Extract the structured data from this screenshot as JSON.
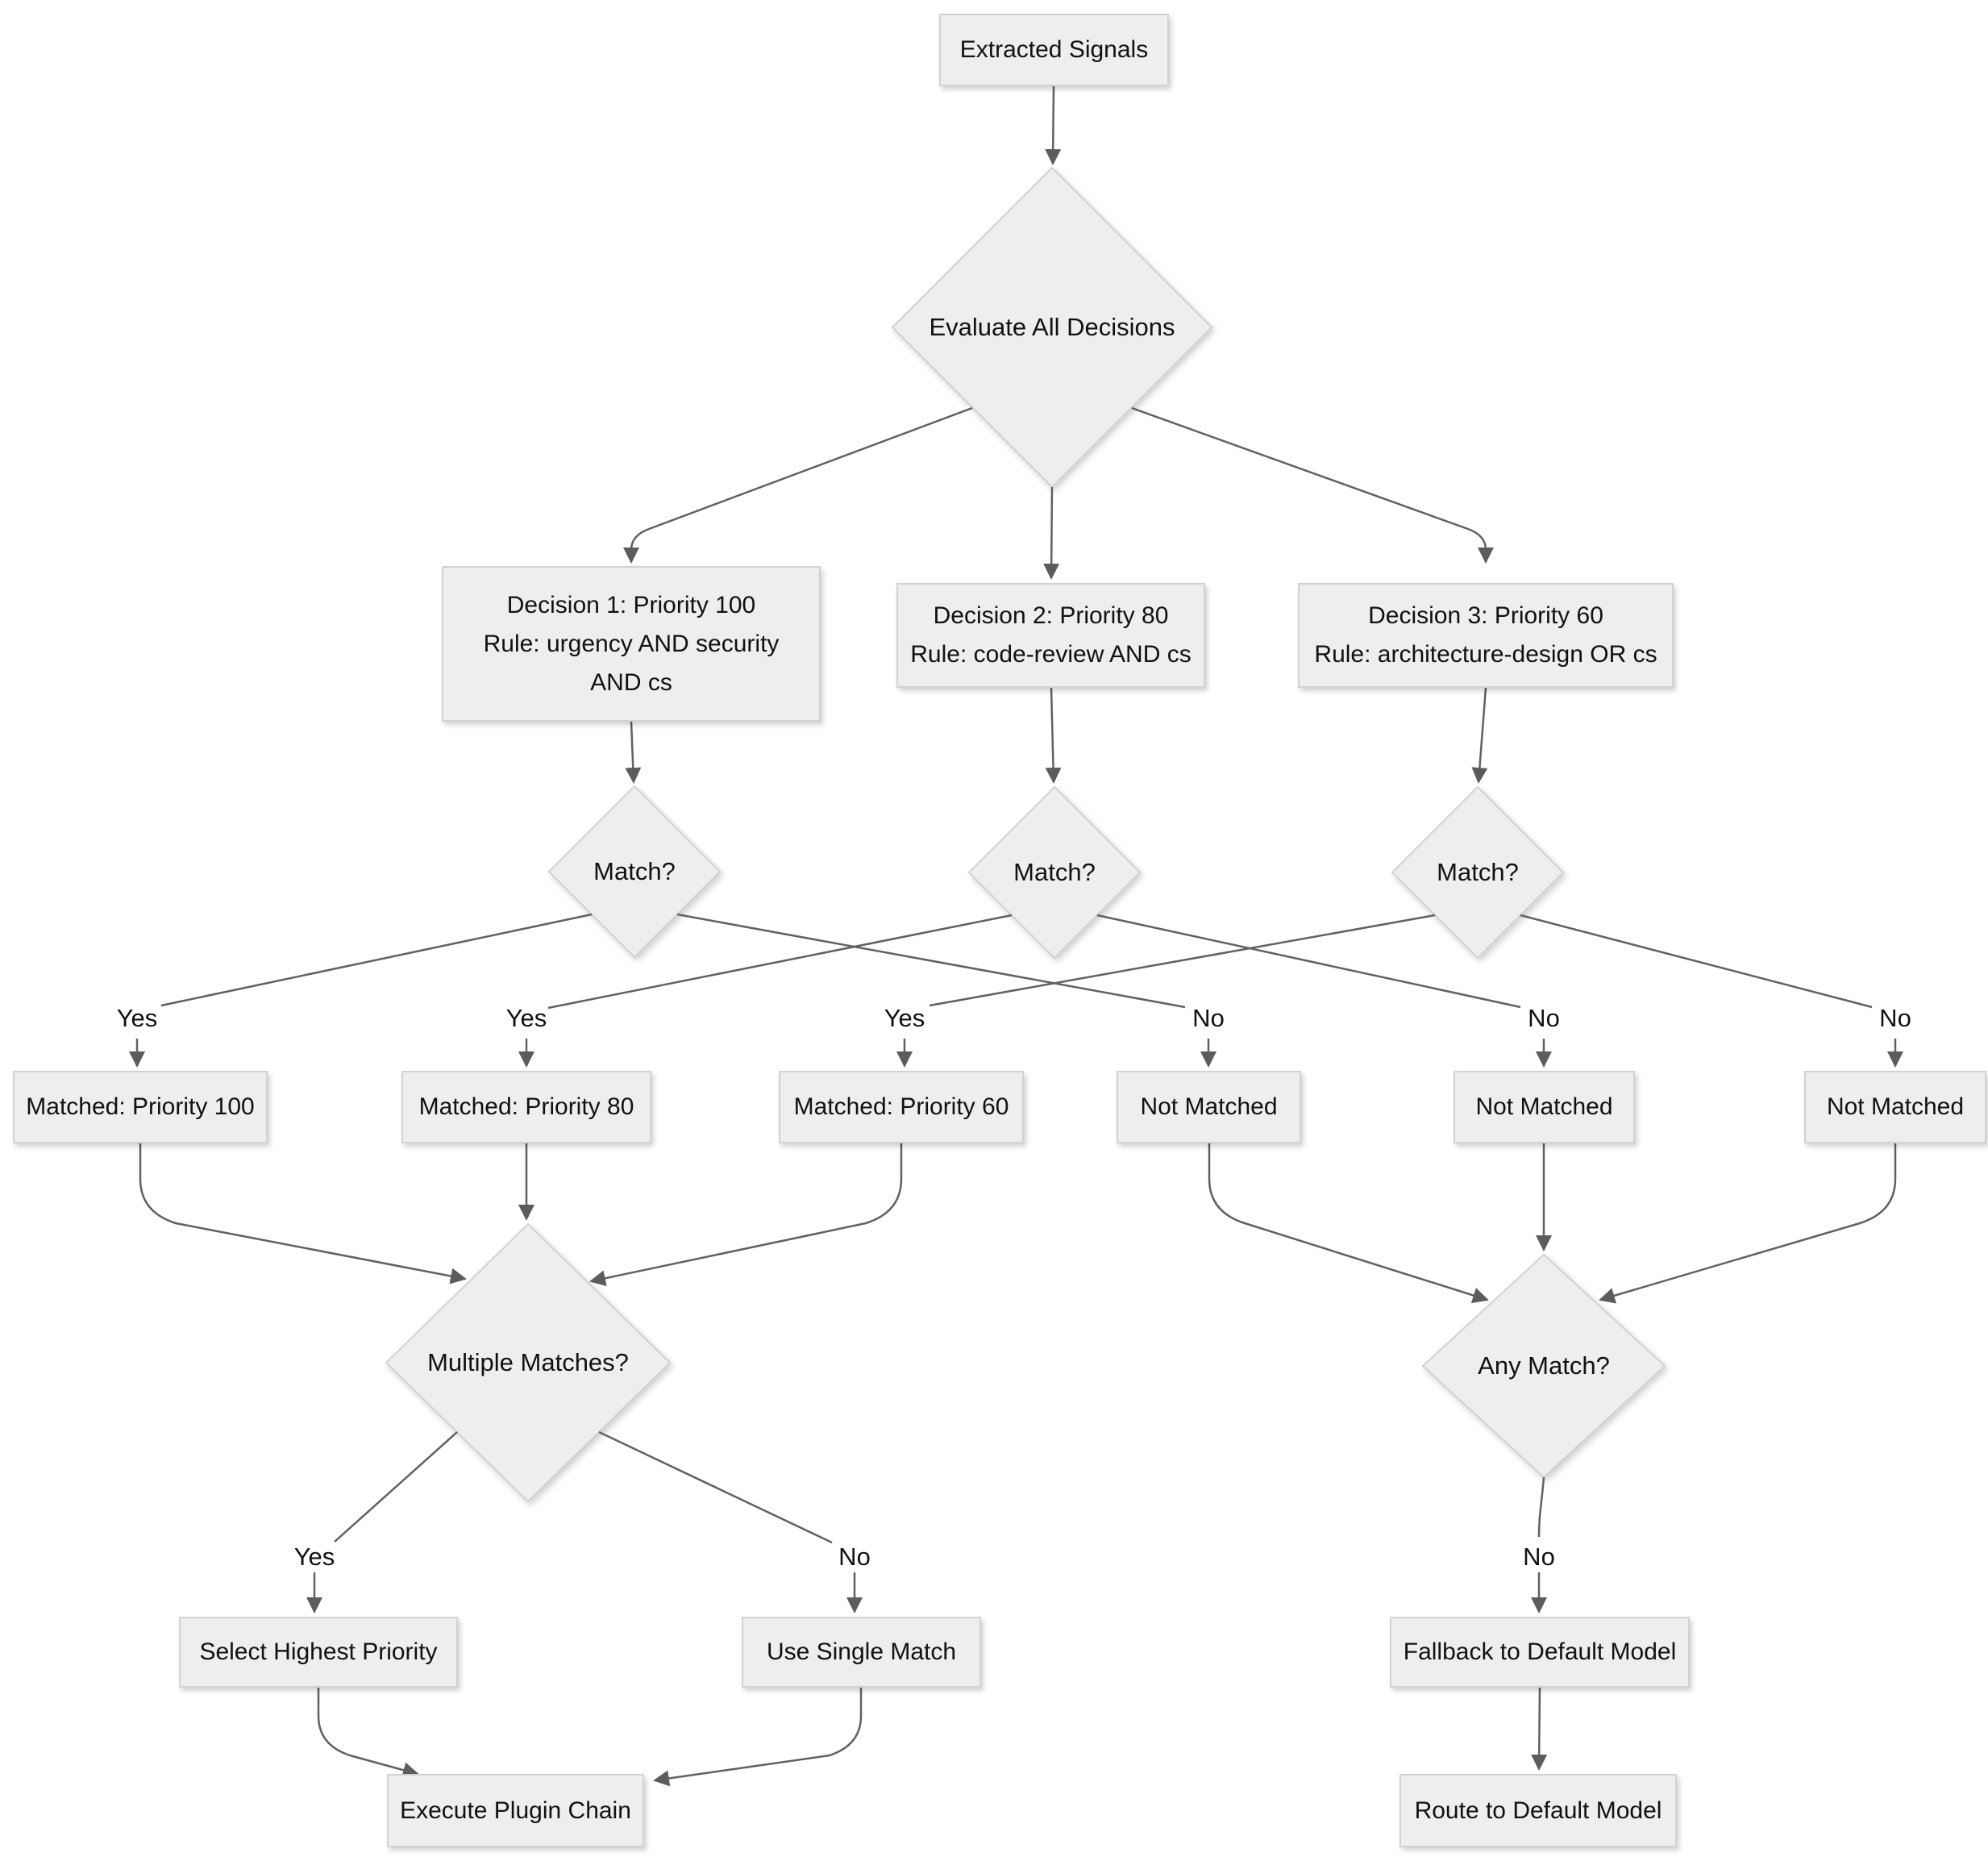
{
  "diagram": {
    "type": "flowchart",
    "colors": {
      "background": "#ffffff",
      "node_fill": "#eeeeee",
      "node_border": "#d2d2d2",
      "edge": "#616161",
      "text": "#111111"
    },
    "nodes": {
      "extracted_signals": {
        "label": "Extracted Signals"
      },
      "evaluate_all": {
        "label": "Evaluate All Decisions"
      },
      "decision1": {
        "lines": [
          "Decision 1: Priority 100",
          "Rule: urgency AND security",
          "AND cs"
        ]
      },
      "decision2": {
        "lines": [
          "Decision 2: Priority 80",
          "Rule: code-review AND cs"
        ]
      },
      "decision3": {
        "lines": [
          "Decision 3: Priority 60",
          "Rule: architecture-design OR cs"
        ]
      },
      "match1": {
        "label": "Match?"
      },
      "match2": {
        "label": "Match?"
      },
      "match3": {
        "label": "Match?"
      },
      "matched_100": {
        "label": "Matched: Priority 100"
      },
      "matched_80": {
        "label": "Matched: Priority 80"
      },
      "matched_60": {
        "label": "Matched: Priority 60"
      },
      "not_matched_1": {
        "label": "Not Matched"
      },
      "not_matched_2": {
        "label": "Not Matched"
      },
      "not_matched_3": {
        "label": "Not Matched"
      },
      "multiple_matches": {
        "label": "Multiple Matches?"
      },
      "any_match": {
        "label": "Any Match?"
      },
      "select_highest": {
        "label": "Select Highest Priority"
      },
      "use_single": {
        "label": "Use Single Match"
      },
      "fallback_default": {
        "label": "Fallback to Default Model"
      },
      "execute_chain": {
        "label": "Execute Plugin Chain"
      },
      "route_default": {
        "label": "Route to Default Model"
      }
    },
    "edge_labels": {
      "match1_yes": "Yes",
      "match2_yes": "Yes",
      "match3_yes": "Yes",
      "match1_no": "No",
      "match2_no": "No",
      "match3_no": "No",
      "multiple_yes": "Yes",
      "multiple_no": "No",
      "any_match_no": "No"
    }
  }
}
